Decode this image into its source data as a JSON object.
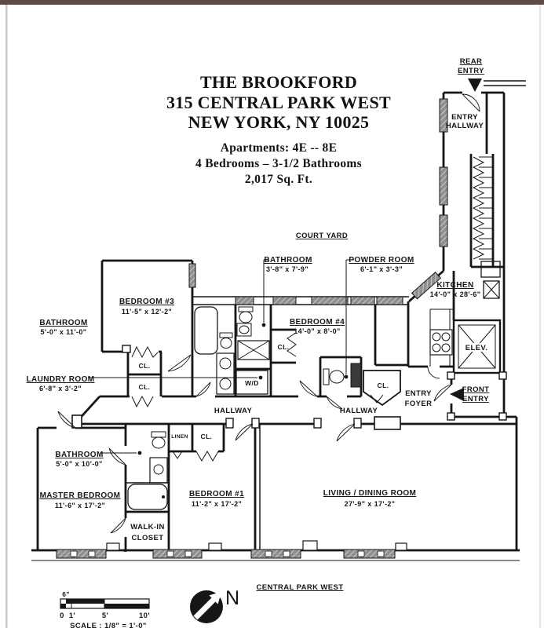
{
  "header": {
    "building": "THE BROOKFORD",
    "address": "315 CENTRAL PARK WEST",
    "city": "NEW YORK, NY 10025",
    "apartments": "Apartments: 4E -- 8E",
    "beds_baths": "4 Bedrooms – 3-1/2 Bathrooms",
    "area": "2,017 Sq. Ft."
  },
  "site": {
    "court_yard": "COURT YARD",
    "street": "CENTRAL PARK WEST",
    "north_letter": "N"
  },
  "entries": {
    "rear_line1": "REAR",
    "rear_line2": "ENTRY",
    "front_line1": "FRONT",
    "front_line2": "ENTRY"
  },
  "rooms": {
    "entry_hallway_line1": "ENTRY",
    "entry_hallway_line2": "HALLWAY",
    "kitchen_name": "KITCHEN",
    "kitchen_dims": "14'-0\" x 28'-6\"",
    "elevator": "ELEV.",
    "entry_foyer_line1": "ENTRY",
    "entry_foyer_line2": "FOYER",
    "bathroom_mid_name": "BATHROOM",
    "bathroom_mid_dims": "3'-8\" x 7'-9\"",
    "powder_name": "POWDER ROOM",
    "powder_dims": "6'-1\" x 3'-3\"",
    "bedroom3_name": "BEDROOM #3",
    "bedroom3_dims": "11'-5\" x 12'-2\"",
    "bathroom_west_name": "BATHROOM",
    "bathroom_west_dims": "5'-0\" x 11'-0\"",
    "laundry_name": "LAUNDRY ROOM",
    "laundry_dims": "6'-8\" x 3'-2\"",
    "bedroom4_name": "BEDROOM #4",
    "bedroom4_dims": "14'-0\" x 8'-0\"",
    "hallway_left": "HALLWAY",
    "hallway_right": "HALLWAY",
    "bathroom_master_name": "BATHROOM",
    "bathroom_master_dims": "5'-0\" x 10'-0\"",
    "master_bedroom_name": "MASTER BEDROOM",
    "master_bedroom_dims": "11'-6\" x 17'-2\"",
    "bedroom1_name": "BEDROOM #1",
    "bedroom1_dims": "11'-2\" x 17'-2\"",
    "living_name": "LIVING / DINING ROOM",
    "living_dims": "27'-9\" x 17'-2\""
  },
  "closets": {
    "cl_bed3_top": "CL.",
    "cl_bed3_bottom": "CL.",
    "cl_bed4": "CL.",
    "cl_foyer": "CL.",
    "cl_bed1": "CL.",
    "linen": "LINEN",
    "wd": "W/D",
    "walkin_line1": "WALK-IN",
    "walkin_line2": "CLOSET"
  },
  "scale": {
    "top": "6\"",
    "t0": "0",
    "t1": "1'",
    "t5": "5'",
    "t10": "10'",
    "note": "SCALE : 1/8\" = 1'-0\""
  },
  "colors": {
    "wall": "#161616",
    "window_fill": "#8f8f8f",
    "top_bar": "#5d4c42",
    "paper": "#ffffff"
  }
}
